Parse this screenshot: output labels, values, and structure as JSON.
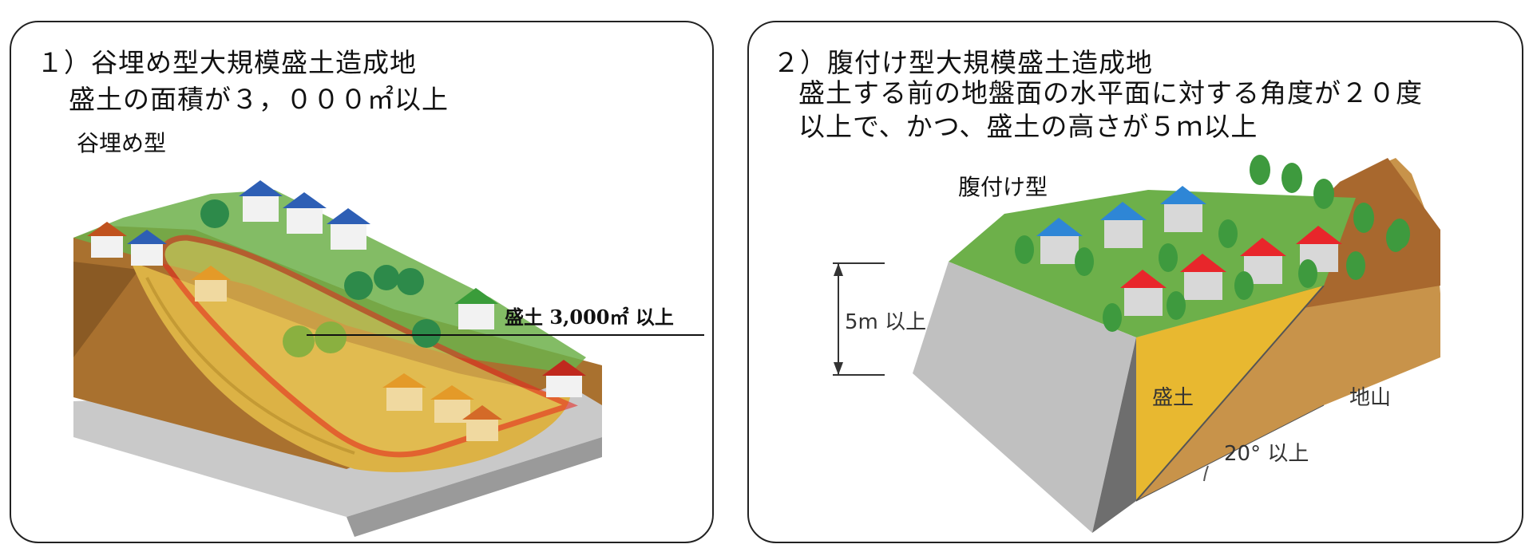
{
  "left_panel": {
    "heading": "１）谷埋め型大規模盛土造成地",
    "condition": "盛土の面積が３，０００㎡以上",
    "subtitle": "谷埋め型",
    "callout": "盛土 3,000㎡ 以上"
  },
  "right_panel": {
    "heading": "２）腹付け型大規模盛土造成地",
    "condition_line1": "盛土する前の地盤面の水平面に対する角度が２０度",
    "condition_line2": "以上で、かつ、盛土の高さが５ｍ以上",
    "subtitle": "腹付け型",
    "height_label": "5m 以上",
    "fill_label": "盛土",
    "ground_label": "地山",
    "angle_label": "20°  以上"
  },
  "colors": {
    "fill_yellow": "#e8b830",
    "grass_green": "#6db04a",
    "soil_brown": "#b07a3c",
    "wall_gray": "#b8b8b8",
    "outline_red": "#e8231e",
    "roof_red": "#e8262b",
    "roof_blue": "#2e86d6"
  }
}
